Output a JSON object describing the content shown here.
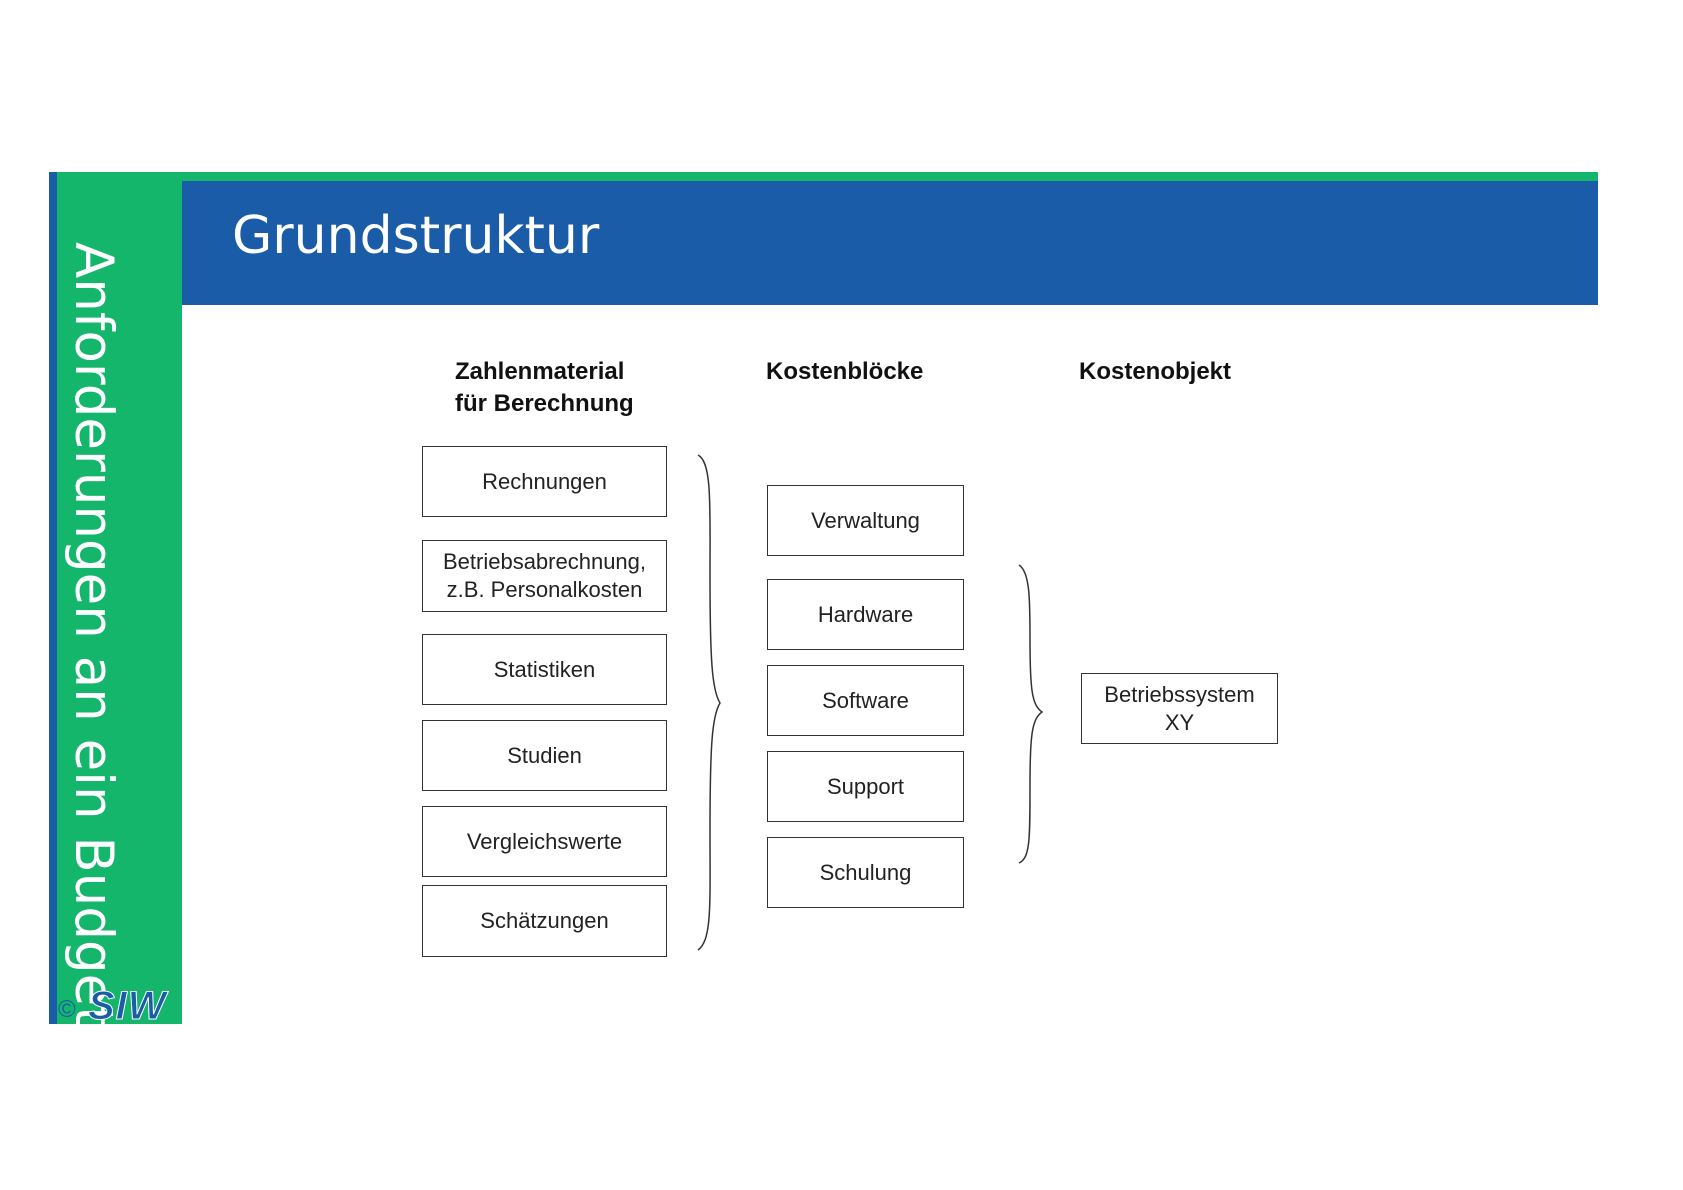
{
  "sidebar": {
    "title": "Anforderungen an ein Budget",
    "copyright": "©",
    "logo": "SIW"
  },
  "header": {
    "title": "Grundstruktur"
  },
  "diagram": {
    "column_1": {
      "heading_line_1": "Zahlenmaterial",
      "heading_line_2": "für Berechnung",
      "items": [
        "Rechnungen",
        "Betriebsabrechnung, z.B. Personalkosten",
        "Statistiken",
        "Studien",
        "Vergleichswerte",
        "Schätzungen"
      ]
    },
    "column_2": {
      "heading": "Kostenblöcke",
      "items": [
        "Verwaltung",
        "Hardware",
        "Software",
        "Support",
        "Schulung"
      ]
    },
    "column_3": {
      "heading": "Kostenobjekt",
      "item_line_1": "Betriebssystem",
      "item_line_2": "XY"
    }
  },
  "colors": {
    "header_blue": "#1b5ca8",
    "sidebar_green": "#14b66c"
  }
}
